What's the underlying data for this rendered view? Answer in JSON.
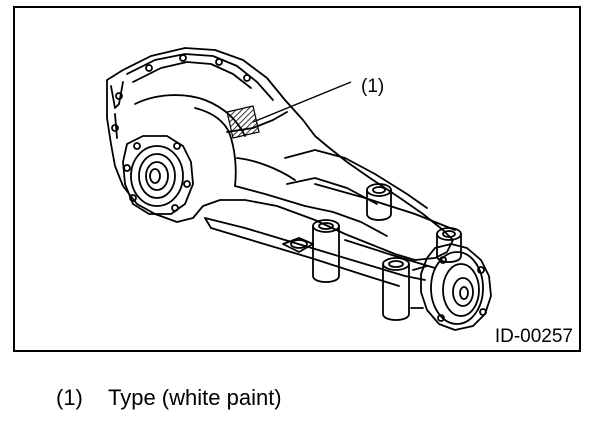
{
  "figure": {
    "callout_label": "(1)",
    "figure_id": "ID-00257"
  },
  "legend": {
    "items": [
      {
        "number": "(1)",
        "text": "Type (white paint)"
      }
    ]
  },
  "colors": {
    "line": "#000000",
    "background": "#ffffff"
  }
}
